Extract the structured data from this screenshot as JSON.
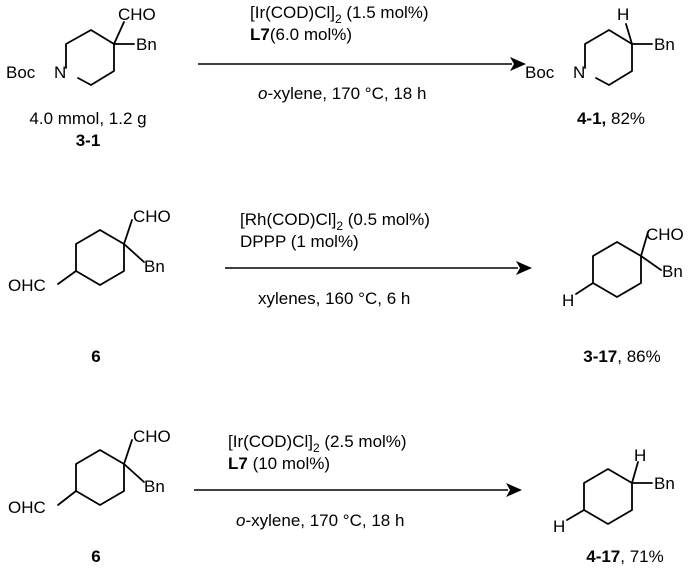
{
  "colors": {
    "text": "#000000",
    "red": "#e8141b",
    "blue": "#1a1adb"
  },
  "atom_labels": {
    "cho": "CHO",
    "bn": "Bn",
    "boc": "Boc",
    "n": "N",
    "h": "H",
    "ohc": "OHC"
  },
  "reactions": [
    {
      "conditions": {
        "line1": {
          "pre": "[Ir(COD)Cl]",
          "sub": "2",
          "post": " (1.5 mol%)"
        },
        "line2": {
          "bold": "L7",
          "rest": "(6.0 mol%)"
        },
        "line3": {
          "italic": "o",
          "rest": "-xylene, 170 °C, 18 h"
        }
      },
      "substrate": {
        "scale": "4.0 mmol, 1.2 g",
        "id": "3-1"
      },
      "product": {
        "id": "4-1,",
        "yield": " 82%"
      }
    },
    {
      "conditions": {
        "line1": {
          "pre": "[Rh(COD)Cl]",
          "sub": "2",
          "post": " (0.5 mol%)"
        },
        "line2": {
          "bold": "",
          "rest": "DPPP (1 mol%)"
        },
        "line3": {
          "italic": "",
          "rest": "xylenes, 160 °C, 6 h"
        }
      },
      "substrate": {
        "id": "6"
      },
      "product": {
        "id": "3-17",
        "yield": ", 86%"
      }
    },
    {
      "conditions": {
        "line1": {
          "pre": "[Ir(COD)Cl]",
          "sub": "2",
          "post": " (2.5 mol%)"
        },
        "line2": {
          "bold": "L7",
          "rest": " (10 mol%)"
        },
        "line3": {
          "italic": "o",
          "rest": "-xylene, 170 °C, 18 h"
        }
      },
      "substrate": {
        "id": "6"
      },
      "product": {
        "id": "4-17",
        "yield": ", 71%"
      }
    }
  ]
}
